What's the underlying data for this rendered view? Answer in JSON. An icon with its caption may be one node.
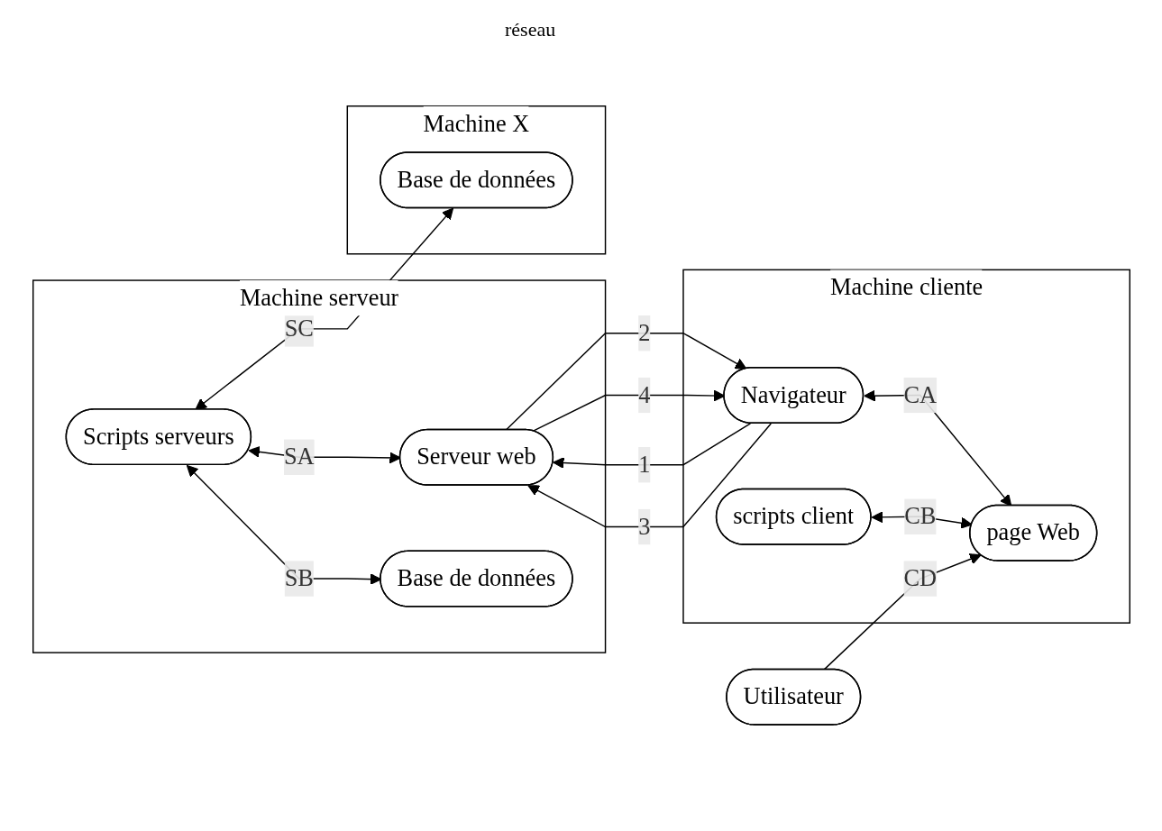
{
  "diagram": {
    "nodes": [
      {
        "text": [
          "Machine serveur"
        ]
      },
      {
        "text": [
          "Scripts serveurs"
        ],
        "in": 0
      },
      {
        "text": [
          "Serveur web"
        ],
        "in": 0
      },
      {
        "text": [
          "Base de données"
        ],
        "in": 0
      },
      {
        "text": [
          "Machine cliente"
        ]
      },
      {
        "text": [
          "Navigateur"
        ],
        "in": 4
      },
      {
        "text": [
          "scripts client"
        ],
        "in": 4
      },
      {
        "text": [
          "page Web"
        ],
        "in": 4
      },
      {
        "text": [
          "Machine X"
        ]
      },
      {
        "text": [
          "Base de données"
        ],
        "in": 8
      },
      {
        "text": [
          "Utilisateur"
        ]
      }
    ],
    "edges": [
      {
        "from": 1,
        "to": 2,
        "arrow": "both",
        "label": "SA"
      },
      {
        "from": 1,
        "to": 3,
        "arrow": "both",
        "label": "SB"
      },
      {
        "from": 1,
        "to": 9,
        "arrow": "both",
        "label": "SC"
      },
      {
        "from": 5,
        "to": 2,
        "arrow": "to",
        "label": "1"
      },
      {
        "from": 2,
        "to": 5,
        "arrow": "to",
        "label": "2"
      },
      {
        "from": 5,
        "to": 2,
        "arrow": "to",
        "label": "3"
      },
      {
        "from": 2,
        "to": 5,
        "arrow": "to",
        "label": "4"
      },
      {
        "from": 5,
        "to": 7,
        "arrow": "both",
        "label": "CA"
      },
      {
        "from": 6,
        "to": 7,
        "arrow": "both",
        "label": "CB"
      },
      {
        "from": 10,
        "to": 7,
        "arrow": "to",
        "label": "CD"
      }
    ],
    "labels": [
      "réseau"
    ]
  }
}
